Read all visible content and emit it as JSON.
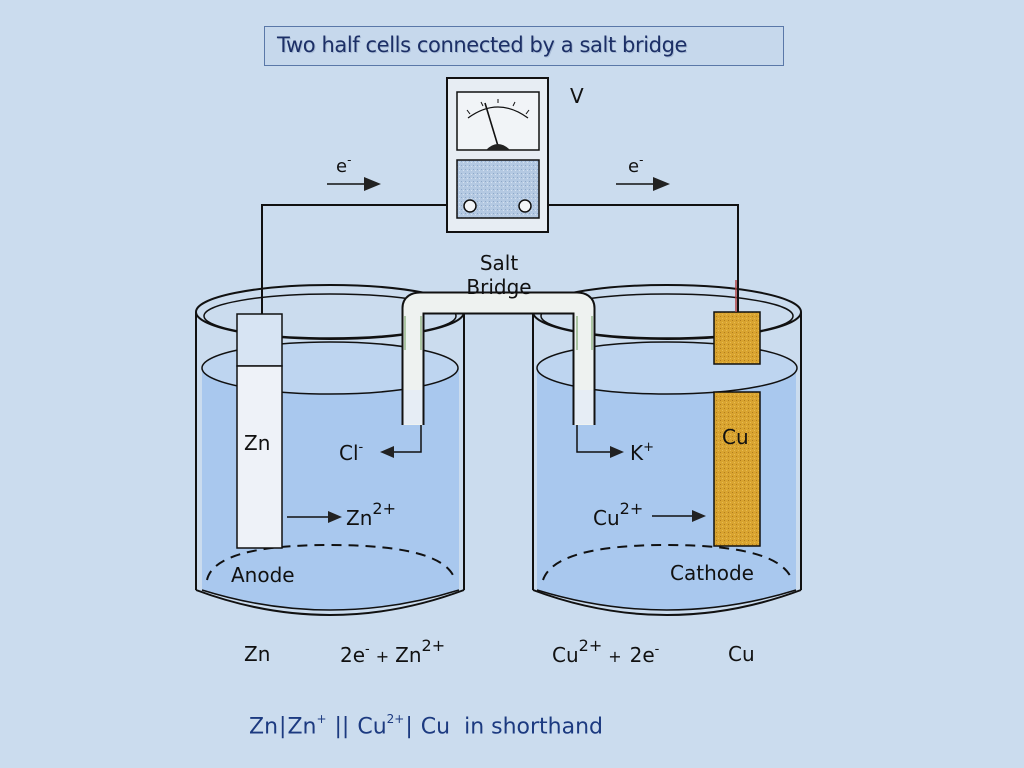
{
  "title": "Two half cells connected by a salt bridge",
  "voltmeter_label": "V",
  "electron_label": "e",
  "electron_charge": "-",
  "salt_bridge_label_line1": "Salt",
  "salt_bridge_label_line2": "Bridge",
  "zn_electrode_label": "Zn",
  "cu_electrode_label": "Cu",
  "cl_ion": "Cl",
  "cl_charge": "-",
  "k_ion": "K",
  "k_charge": "+",
  "zn_ion": "Zn",
  "zn_ion_charge": "2+",
  "cu_ion": "Cu",
  "cu_ion_charge": "2+",
  "anode_label": "Anode",
  "cathode_label": "Cathode",
  "equation_left": {
    "reactant": "Zn",
    "electrons": "2e",
    "electron_charge": "-",
    "plus": "+",
    "ion": "Zn",
    "ion_charge": "2+"
  },
  "equation_right": {
    "ion": "Cu",
    "ion_charge": "2+",
    "plus": "+",
    "electrons": "2e",
    "electron_charge": "-",
    "product": "Cu"
  },
  "shorthand": {
    "zn": "Zn",
    "zn_ion": "Zn",
    "zn_ion_charge": "+",
    "double_bar": "||",
    "cu_ion": "Cu",
    "cu_ion_charge": "2+",
    "cu": "Cu",
    "suffix": "in shorthand"
  },
  "colors": {
    "background": "#cbdcee",
    "solution": "#a9c8ee",
    "copper": "#d9a430",
    "zinc": "#eef2f8",
    "title_text": "#1c2f66",
    "shorthand_text": "#1c3a80"
  }
}
